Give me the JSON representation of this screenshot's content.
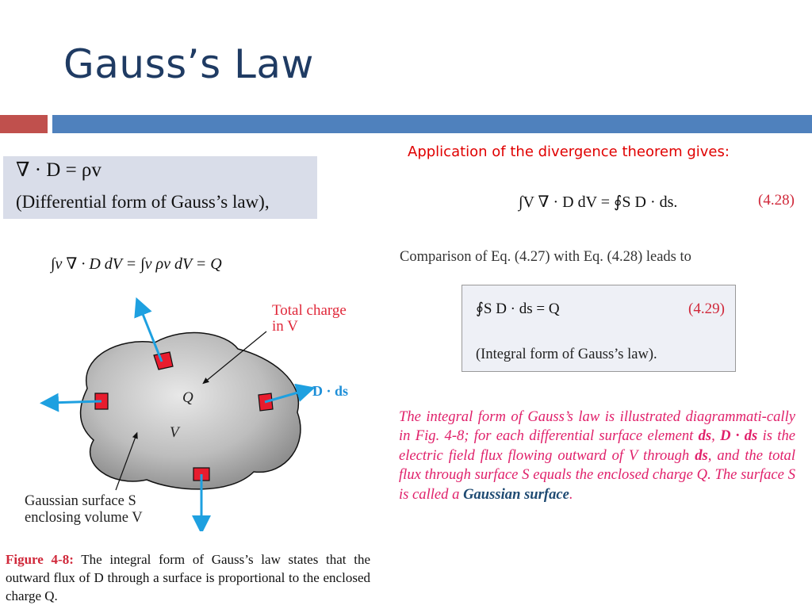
{
  "slide": {
    "title": "Gauss’s Law",
    "accent_red": "#c0504d",
    "accent_blue": "#4f81bd"
  },
  "differential": {
    "equation": "∇ · D = ρv",
    "caption": "(Differential form of Gauss’s law),"
  },
  "volume_integral": {
    "text": "∫v ∇ · D dV = ∫v ρv dV = Q"
  },
  "application": {
    "heading": "Application of the divergence theorem gives:",
    "equation": "∫V ∇ · D dV = ∮S D · ds.",
    "number": "(4.28)"
  },
  "comparison": {
    "text": "Comparison of Eq. (4.27) with Eq. (4.28) leads to"
  },
  "integral_form": {
    "equation": "∮S D · ds = Q",
    "number": "(4.29)",
    "caption": "(Integral form of Gauss’s law)."
  },
  "paragraph": {
    "part1": "The integral form of Gauss’s law is illustrated diagrammati-cally in Fig. 4-8; for each differential surface element ",
    "ds1": "ds",
    "part2": ", ",
    "dds": "D · ds",
    "part3": " is the electric field flux flowing outward of V through ",
    "ds2": "ds",
    "part4": ", and the total flux through surface S equals the enclosed charge Q.  The surface S is called a ",
    "term": "Gaussian surface",
    "part5": "."
  },
  "figure": {
    "total_charge_line1": "Total charge",
    "total_charge_line2": "in V",
    "q_label": "Q",
    "v_label": "V",
    "dds_label": "D · ds",
    "gaussian_line1": "Gaussian surface S",
    "gaussian_line2": "enclosing volume V",
    "caption_label": "Figure 4-8:",
    "caption_text": " The integral form of Gauss’s law states that the outward flux of D through a surface is proportional to the enclosed charge Q."
  }
}
